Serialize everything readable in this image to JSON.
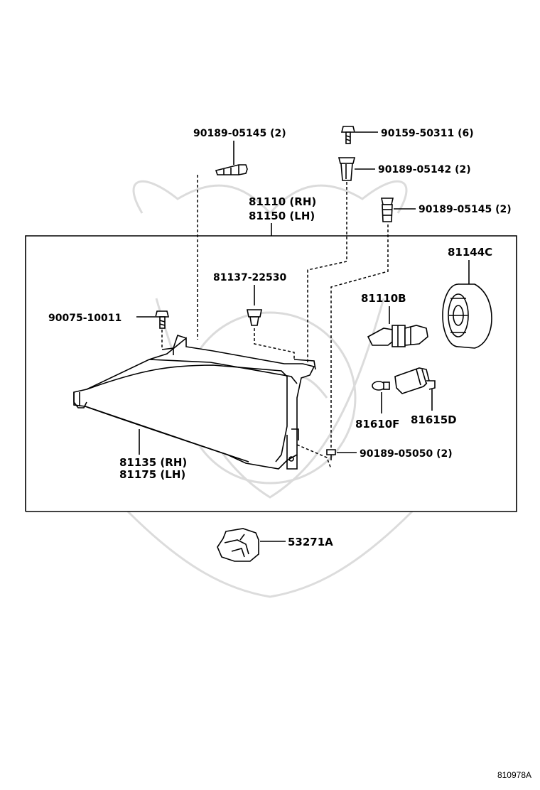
{
  "labels": {
    "screw_top": "90159-50311 (6)",
    "nut_top_left": "90189-05145 (2)",
    "nut_center": "90189-05142 (2)",
    "nut_right": "90189-05145 (2)",
    "assy_rh": "81110 (RH)",
    "assy_lh": "81150 (LH)",
    "clip": "81137-22530",
    "bolt_left": "90075-10011",
    "bulb_main": "81110B",
    "cover": "81144C",
    "bulb_small": "81610F",
    "socket": "81615D",
    "screw_bottom": "90189-05050 (2)",
    "lens_rh": "81135 (RH)",
    "lens_lh": "81175 (LH)",
    "bracket": "53271A",
    "diagram_id": "810978A"
  },
  "colors": {
    "ink": "#000000",
    "watermark": "#d8d8d8",
    "background": "#ffffff"
  }
}
